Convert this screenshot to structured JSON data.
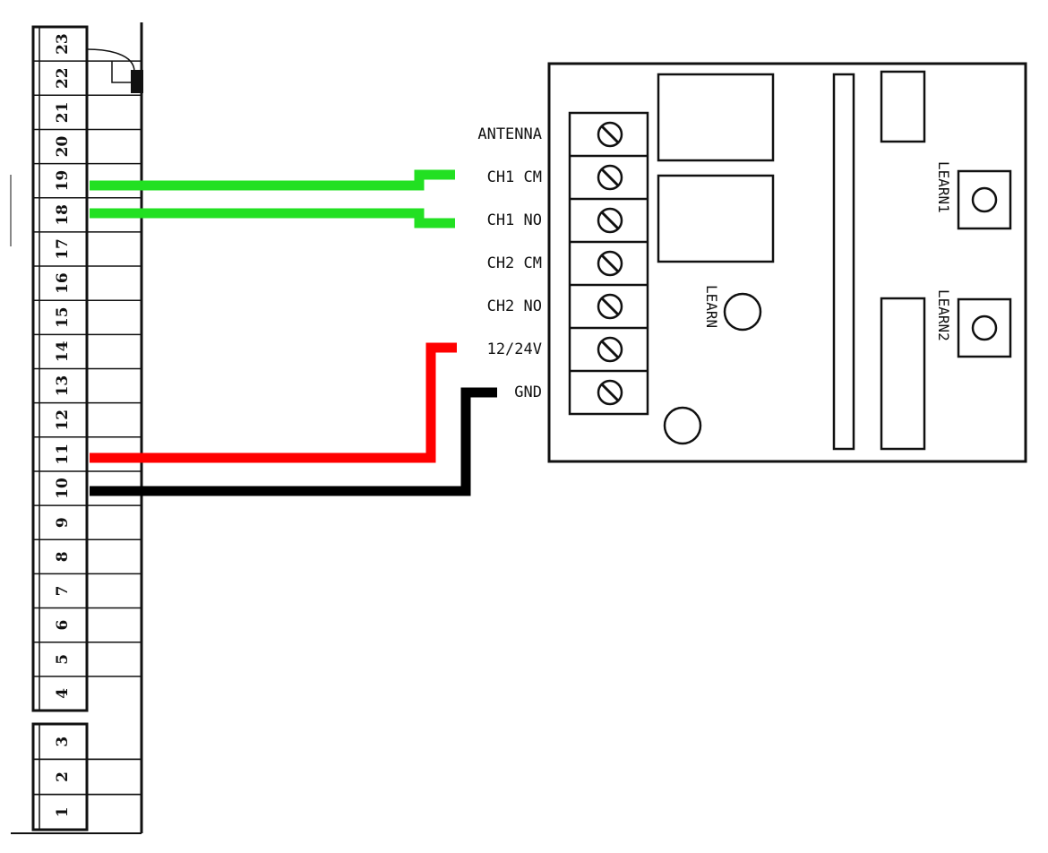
{
  "terminal_strip": {
    "numbers": [
      "1",
      "2",
      "3",
      "4",
      "5",
      "6",
      "7",
      "8",
      "9",
      "10",
      "11",
      "12",
      "13",
      "14",
      "15",
      "16",
      "17",
      "18",
      "19",
      "20",
      "21",
      "22",
      "23"
    ]
  },
  "receiver": {
    "terminal_labels": [
      "ANTENNA",
      "CH1 CM",
      "CH1 NO",
      "CH2 CM",
      "CH2 NO",
      "12/24V",
      "GND"
    ],
    "learn_label": "LEARN",
    "learn1_label": "LEARN1",
    "learn2_label": "LEARN2"
  },
  "wires": [
    {
      "from": "19",
      "to": "CH1 CM",
      "color": "#22e022"
    },
    {
      "from": "18",
      "to": "CH1 NO",
      "color": "#22e022"
    },
    {
      "from": "11",
      "to": "12/24V",
      "color": "#ff0000"
    },
    {
      "from": "10",
      "to": "GND",
      "color": "#000000"
    }
  ]
}
